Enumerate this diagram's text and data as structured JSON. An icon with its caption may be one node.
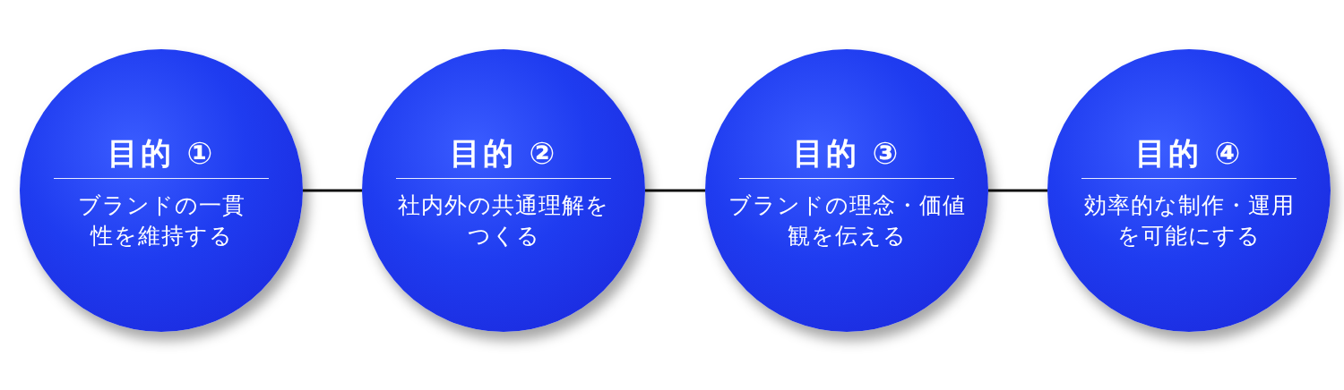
{
  "diagram": {
    "nodes": [
      {
        "text": [
          "目的 ①",
          "ブランドの一貫性を維持する"
        ]
      },
      {
        "text": [
          "目的 ②",
          "社内外の共通理解をつくる"
        ]
      },
      {
        "text": [
          "目的 ③",
          "ブランドの理念・価値観を伝える"
        ]
      },
      {
        "text": [
          "目的 ④",
          "効率的な制作・運用を可能にする"
        ]
      }
    ],
    "edges": [
      {
        "from": 0,
        "to": 1,
        "arrow": "none"
      },
      {
        "from": 1,
        "to": 2,
        "arrow": "none"
      },
      {
        "from": 2,
        "to": 3,
        "arrow": "none"
      }
    ]
  }
}
